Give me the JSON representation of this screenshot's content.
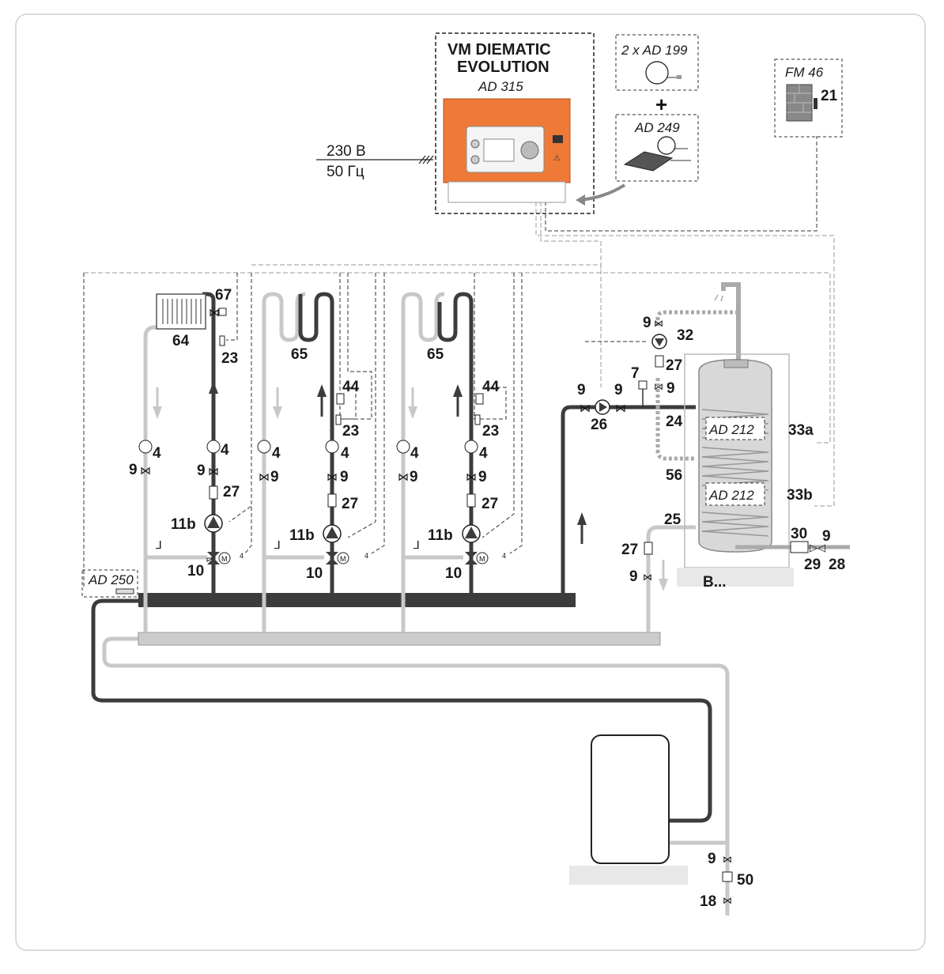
{
  "controller": {
    "title_line1": "VM DIEMATIC",
    "title_line2": "EVOLUTION",
    "model": "AD 315"
  },
  "power": {
    "voltage": "230 В",
    "frequency": "50 Гц"
  },
  "accessories": {
    "sensors": "2 x AD 199",
    "plus": "+",
    "board": "AD 249",
    "module": "FM 46",
    "module_item": "21"
  },
  "circuit1": {
    "radiator": "64",
    "valve": "67",
    "thermo": "23",
    "gauge_ret": "4",
    "gauge_sup": "4",
    "valve_ret": "9",
    "valve_sup": "9",
    "check": "27",
    "pump": "11b",
    "mixer": "10",
    "wires": "4"
  },
  "circuit2": {
    "floor": "65",
    "limit": "44",
    "thermo": "23",
    "gauge_ret": "4",
    "gauge_sup": "4",
    "valve_ret": "9",
    "valve_sup": "9",
    "check": "27",
    "pump": "11b",
    "mixer": "10",
    "wires": "4"
  },
  "circuit3": {
    "floor": "65",
    "limit": "44",
    "thermo": "23",
    "gauge_ret": "4",
    "gauge_sup": "4",
    "valve_ret": "9",
    "valve_sup": "9",
    "check": "27",
    "pump": "11b",
    "mixer": "10",
    "wires": "4"
  },
  "header_sensor": "AD 250",
  "dhw": {
    "valve_top": "9",
    "recirc_pump": "32",
    "check_top": "27",
    "vent": "7",
    "valve_vent": "9",
    "valve_left": "9",
    "valve_right": "9",
    "load_pump": "26",
    "inlet": "24",
    "recirc": "56",
    "sensor_a": "AD 212",
    "sensor_a_label": "33a",
    "sensor_b": "AD 212",
    "sensor_b_label": "33b",
    "return": "25",
    "check_ret": "27",
    "valve_ret": "9",
    "reducer": "30",
    "valve_cold": "9",
    "safety": "29",
    "cold_in": "28",
    "tank_label": "B..."
  },
  "boiler": {
    "valve1": "9",
    "drain": "50",
    "valve2": "18"
  },
  "colors": {
    "dark_pipe": "#3c3c3c",
    "light_pipe": "#c8c8c8",
    "controller": "#ef7a38"
  }
}
